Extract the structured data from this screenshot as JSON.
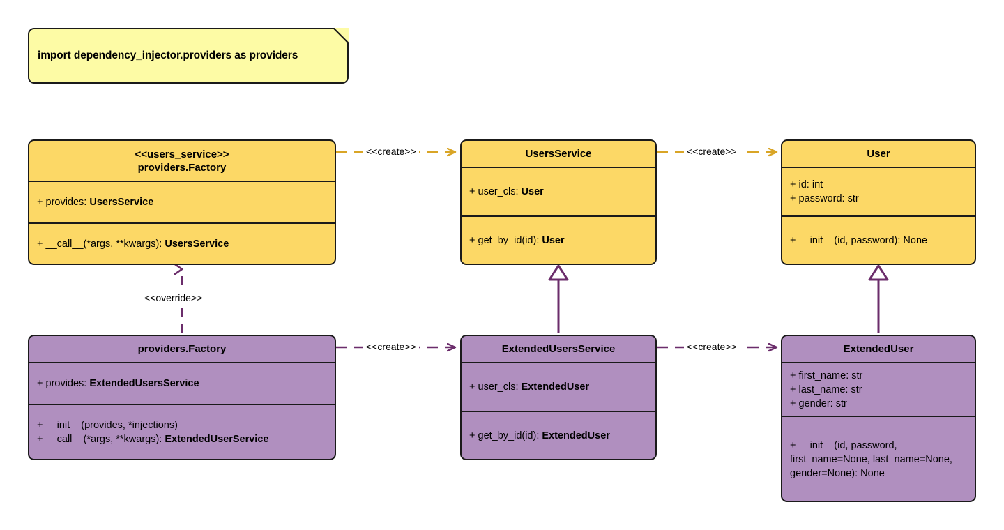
{
  "diagram": {
    "title": "dependency_injector providers UML class diagram",
    "colors": {
      "class_yellow": "#fcd866",
      "class_purple": "#b08fbf",
      "note_yellow": "#fdfba5",
      "border": "#1a1a1a",
      "create_edge_yellow": "#d9a526",
      "create_edge_purple": "#6b2d6b",
      "generalization_purple": "#6b2d6b"
    }
  },
  "note": {
    "text": "import dependency_injector.providers as providers",
    "fold_icon": "folded-corner-icon"
  },
  "classes": {
    "users_service_factory": {
      "stereotype": "<<users_service>>",
      "name": "providers.Factory",
      "attributes": [
        {
          "visibility": "+",
          "label": "provides: ",
          "type": "UsersService"
        }
      ],
      "methods": [
        {
          "visibility": "+",
          "label": "__call__(*args, **kwargs): ",
          "type": "UsersService"
        }
      ]
    },
    "users_service": {
      "stereotype": "",
      "name": "UsersService",
      "attributes": [
        {
          "visibility": "+",
          "label": "user_cls: ",
          "type": "User"
        }
      ],
      "methods": [
        {
          "visibility": "+",
          "label": "get_by_id(id): ",
          "type": "User"
        }
      ]
    },
    "user": {
      "stereotype": "",
      "name": "User",
      "attributes": [
        {
          "visibility": "+",
          "label": "id: int",
          "type": ""
        },
        {
          "visibility": "+",
          "label": "password: str",
          "type": ""
        }
      ],
      "methods": [
        {
          "visibility": "+",
          "label": "__init__(id, password): None",
          "type": ""
        }
      ]
    },
    "extended_factory": {
      "stereotype": "",
      "name": "providers.Factory",
      "attributes": [
        {
          "visibility": "+",
          "label": "provides: ",
          "type": "ExtendedUsersService"
        }
      ],
      "methods": [
        {
          "visibility": "+",
          "label": "__init__(provides, *injections)",
          "type": ""
        },
        {
          "visibility": "+",
          "label": "__call__(*args, **kwargs): ",
          "type": "ExtendedUserService"
        }
      ]
    },
    "extended_users_service": {
      "stereotype": "",
      "name": "ExtendedUsersService",
      "attributes": [
        {
          "visibility": "+",
          "label": "user_cls: ",
          "type": "ExtendedUser"
        }
      ],
      "methods": [
        {
          "visibility": "+",
          "label": "get_by_id(id): ",
          "type": "ExtendedUser"
        }
      ]
    },
    "extended_user": {
      "stereotype": "",
      "name": "ExtendedUser",
      "attributes": [
        {
          "visibility": "+",
          "label": "first_name: str",
          "type": ""
        },
        {
          "visibility": "+",
          "label": "last_name: str",
          "type": ""
        },
        {
          "visibility": "+",
          "label": "gender: str",
          "type": ""
        }
      ],
      "methods": [
        {
          "visibility": "+",
          "label": "__init__(id, password, first_name=None, last_name=None, gender=None): None",
          "type": ""
        }
      ]
    }
  },
  "edges": {
    "create_top_left": {
      "label": "<<create>>",
      "style": "dashed",
      "arrow": "open",
      "color": "#d9a526"
    },
    "create_top_right": {
      "label": "<<create>>",
      "style": "dashed",
      "arrow": "open",
      "color": "#d9a526"
    },
    "override": {
      "label": "<<override>>",
      "style": "dashed",
      "arrow": "open",
      "color": "#6b2d6b"
    },
    "create_bottom_left": {
      "label": "<<create>>",
      "style": "dashed",
      "arrow": "open",
      "color": "#6b2d6b"
    },
    "create_bottom_right": {
      "label": "<<create>>",
      "style": "dashed",
      "arrow": "open",
      "color": "#6b2d6b"
    },
    "generalization_service": {
      "label": "",
      "style": "solid",
      "arrow": "hollow-triangle",
      "color": "#6b2d6b"
    },
    "generalization_user": {
      "label": "",
      "style": "solid",
      "arrow": "hollow-triangle",
      "color": "#6b2d6b"
    }
  }
}
